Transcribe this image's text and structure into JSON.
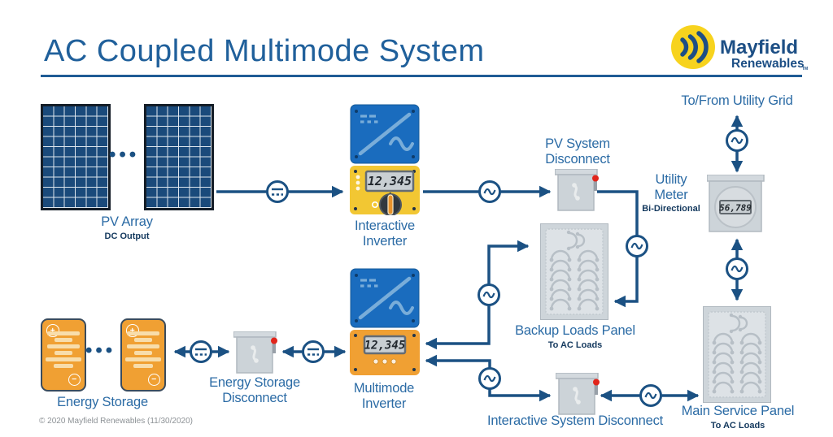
{
  "header": {
    "title": "AC Coupled Multimode System",
    "logo": {
      "name": "Mayfield",
      "subname": "Renewables",
      "tm": "TM"
    }
  },
  "footer": {
    "copyright": "© 2020 Mayfield Renewables (11/30/2020)"
  },
  "colors": {
    "wire_navy": "#1b5183",
    "label_blue": "#2b6ba5",
    "sublabel_navy": "#14395e",
    "inverter_blue": "#1a6cbe",
    "inverter_light_blue": "#79add9",
    "interactive_yellow": "#f2c733",
    "multimode_orange": "#f0a033",
    "panel_gray": "#ced5da",
    "alert_red": "#e1251b",
    "logo_yellow": "#f7d31e"
  },
  "symbols": {
    "ellipsis": "•••",
    "plus": "+",
    "minus": "−",
    "knob_on": "1"
  },
  "nodes": {
    "pv_array": {
      "label": "PV Array",
      "sublabel": "DC Output"
    },
    "interactive_inverter": {
      "label1": "Interactive",
      "label2": "Inverter",
      "display": "12,345"
    },
    "pv_system_disconnect": {
      "label1": "PV System",
      "label2": "Disconnect"
    },
    "utility_grid": {
      "label": "To/From Utility Grid"
    },
    "utility_meter": {
      "label1": "Utility",
      "label2": "Meter",
      "sublabel": "Bi-Directional",
      "display": "56,789"
    },
    "backup_loads_panel": {
      "label": "Backup Loads Panel",
      "sublabel": "To AC Loads"
    },
    "energy_storage": {
      "label": "Energy Storage"
    },
    "energy_storage_disconnect": {
      "label1": "Energy Storage",
      "label2": "Disconnect"
    },
    "multimode_inverter": {
      "label1": "Multimode",
      "label2": "Inverter",
      "display": "12,345"
    },
    "interactive_system_disconnect": {
      "label": "Interactive System Disconnect"
    },
    "main_service_panel": {
      "label": "Main Service Panel",
      "sublabel": "To AC Loads"
    }
  }
}
